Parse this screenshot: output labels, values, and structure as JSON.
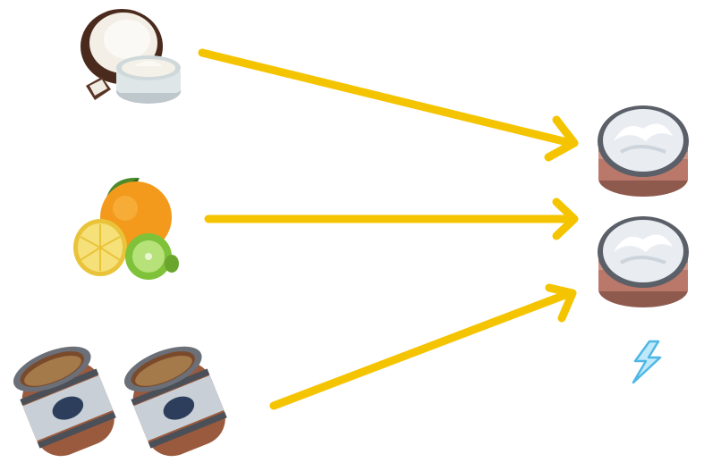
{
  "recipe": {
    "inputs": [
      {
        "id": "coconut-cream",
        "icon": "coconut-cream-icon",
        "count": 1
      },
      {
        "id": "citrus-fruits",
        "icon": "citrus-fruits-icon",
        "count": 1
      },
      {
        "id": "whale-oil-barrel",
        "icon": "whale-oil-barrel-icon",
        "count": 2
      }
    ],
    "output": {
      "id": "cream-jar",
      "icon": "cream-jar-icon",
      "count": 2
    },
    "indicator": {
      "icon": "lightning-bolt-icon"
    }
  },
  "colors": {
    "arrow": "#f5c400",
    "bolt": "#7fd3f5",
    "jar_lid": "#e9edf2",
    "jar_body": "#b9786a",
    "barrel_wood": "#9a5a3e",
    "orange": "#f39a1c",
    "lime": "#8ccf3a",
    "lemon": "#f6dc4a"
  }
}
